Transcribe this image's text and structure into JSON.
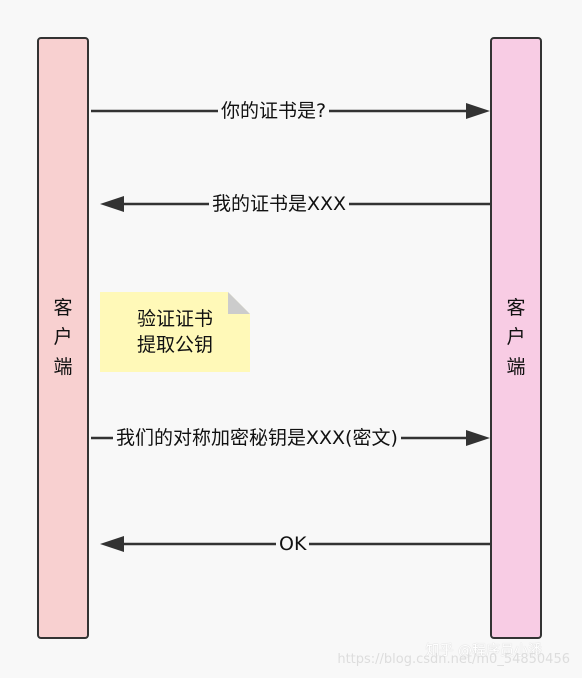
{
  "colors": {
    "client_fill": "#f8d0d0",
    "server_fill": "#f8cce4",
    "note_fill": "#fff9b8",
    "note_fold": "#cccccc",
    "line": "#333333"
  },
  "lifelines": {
    "client_label": "客户端",
    "server_label": "客户端"
  },
  "messages": [
    {
      "text": "你的证书是?",
      "direction": "client-to-server"
    },
    {
      "text": "我的证书是XXX",
      "direction": "server-to-client"
    },
    {
      "text": "我们的对称加密秘钥是XXX(密文)",
      "direction": "client-to-server"
    },
    {
      "text": "OK",
      "direction": "server-to-client"
    }
  ],
  "note": {
    "line1": "验证证书",
    "line2": "提取公钥"
  },
  "watermark": {
    "primary": "知乎 @程序员小潘",
    "url": "https://blog.csdn.net/m0_54850456"
  }
}
